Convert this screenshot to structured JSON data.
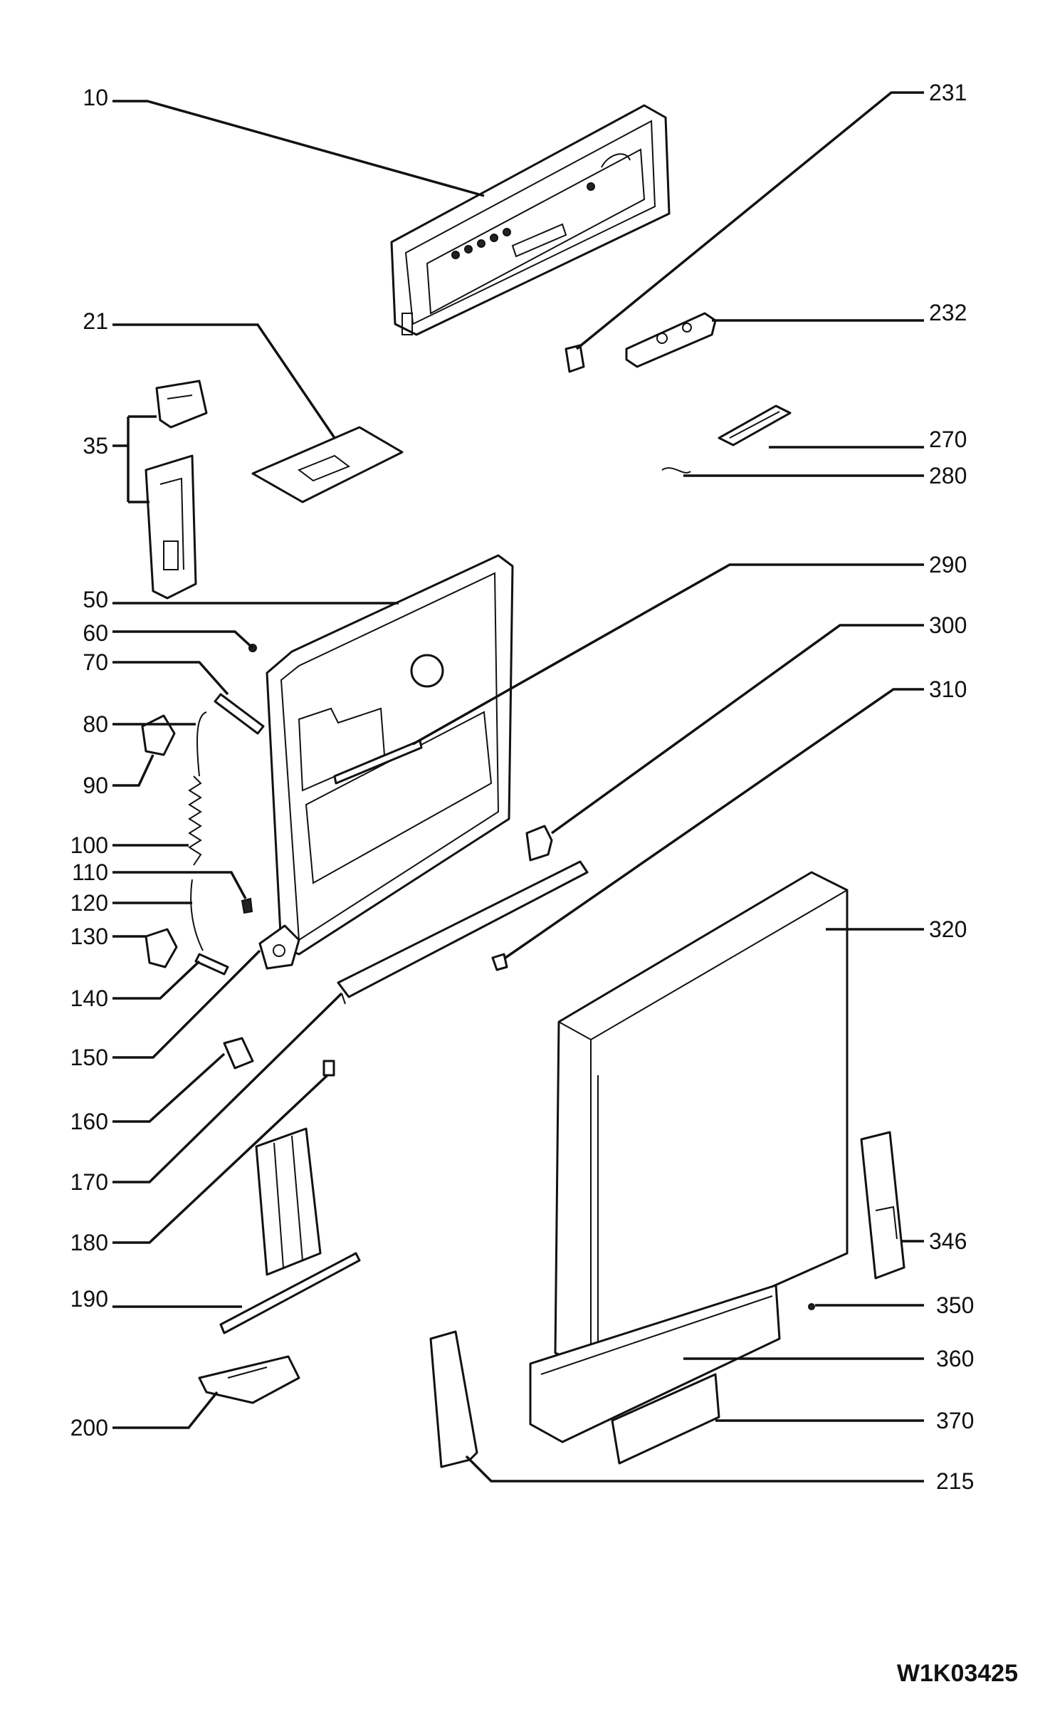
{
  "drawing_code": "W1K03425",
  "callouts": [
    {
      "id": "10",
      "label": "10"
    },
    {
      "id": "21",
      "label": "21"
    },
    {
      "id": "35",
      "label": "35"
    },
    {
      "id": "50",
      "label": "50"
    },
    {
      "id": "60",
      "label": "60"
    },
    {
      "id": "70",
      "label": "70"
    },
    {
      "id": "80",
      "label": "80"
    },
    {
      "id": "90",
      "label": "90"
    },
    {
      "id": "100",
      "label": "100"
    },
    {
      "id": "110",
      "label": "110"
    },
    {
      "id": "120",
      "label": "120"
    },
    {
      "id": "130",
      "label": "130"
    },
    {
      "id": "140",
      "label": "140"
    },
    {
      "id": "150",
      "label": "150"
    },
    {
      "id": "160",
      "label": "160"
    },
    {
      "id": "170",
      "label": "170"
    },
    {
      "id": "180",
      "label": "180"
    },
    {
      "id": "190",
      "label": "190"
    },
    {
      "id": "200",
      "label": "200"
    },
    {
      "id": "231",
      "label": "231"
    },
    {
      "id": "232",
      "label": "232"
    },
    {
      "id": "270",
      "label": "270"
    },
    {
      "id": "280",
      "label": "280"
    },
    {
      "id": "290",
      "label": "290"
    },
    {
      "id": "300",
      "label": "300"
    },
    {
      "id": "310",
      "label": "310"
    },
    {
      "id": "320",
      "label": "320"
    },
    {
      "id": "346",
      "label": "346"
    },
    {
      "id": "350",
      "label": "350"
    },
    {
      "id": "360",
      "label": "360"
    },
    {
      "id": "370",
      "label": "370"
    },
    {
      "id": "215",
      "label": "215"
    }
  ]
}
